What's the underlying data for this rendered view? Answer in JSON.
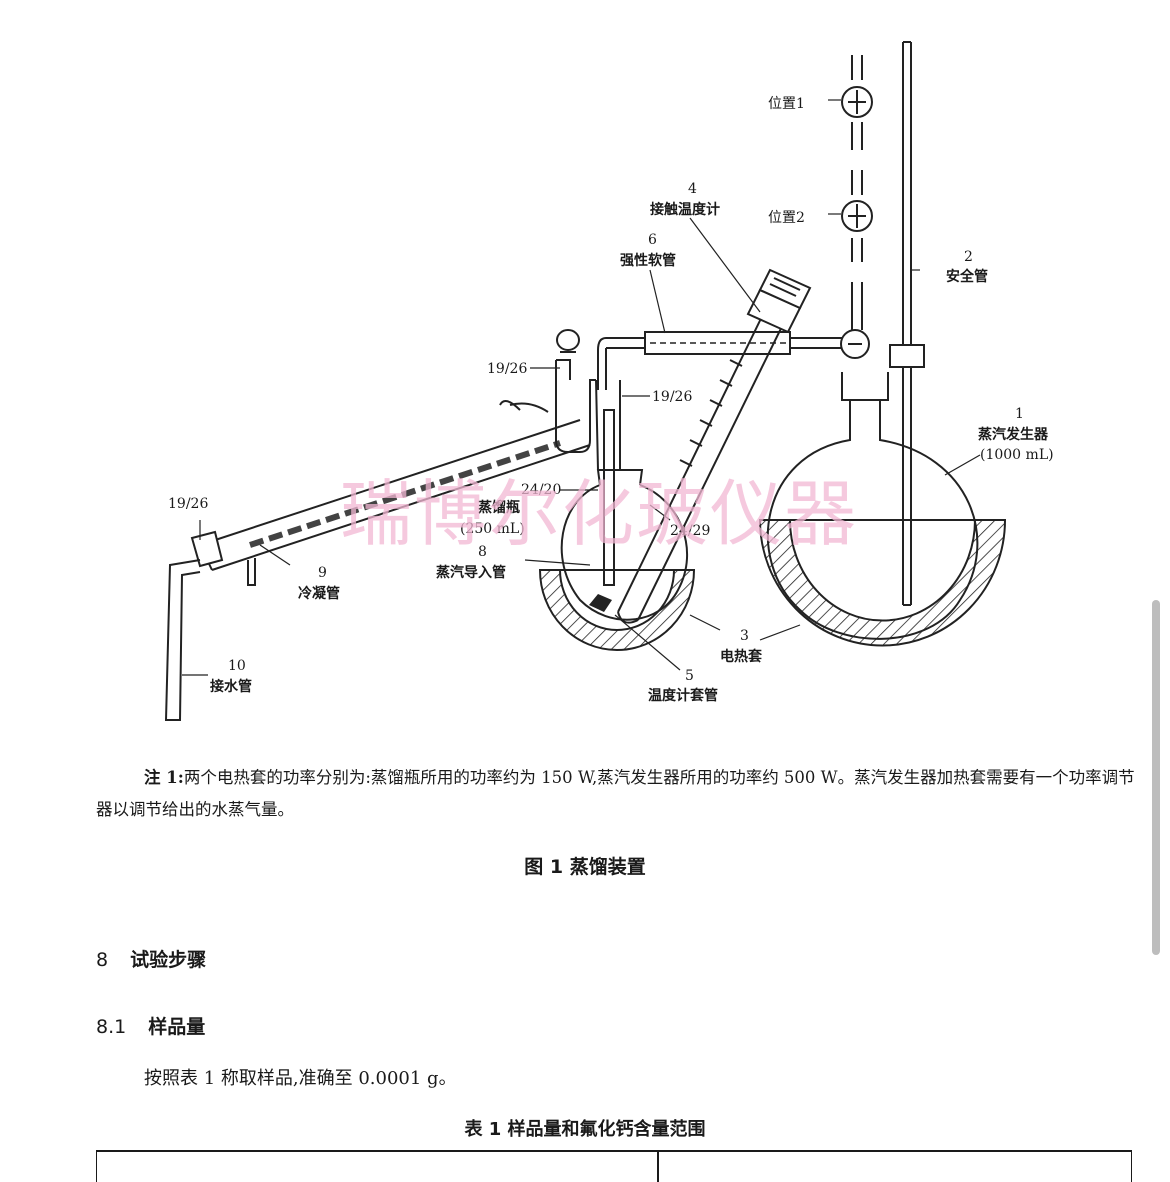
{
  "figure": {
    "labels": {
      "position1": "位置1",
      "position2": "位置2",
      "item2_num": "2",
      "item2_name": "安全管",
      "item4_num": "4",
      "item4_name": "接触温度计",
      "item6_num": "6",
      "item6_name": "强性软管",
      "joint_a": "19/26",
      "joint_b": "19/26",
      "joint_c": "19/26",
      "joint_d": "24/20",
      "joint_e": "24/29",
      "item1_num": "1",
      "item1_name": "蒸汽发生器",
      "item1_cap": "(1000 mL)",
      "flask_name": "蒸馏瓶",
      "flask_cap": "(250 mL)",
      "item8_num": "8",
      "item8_name": "蒸汽导入管",
      "item9_num": "9",
      "item9_name": "冷凝管",
      "item3_num": "3",
      "item3_name": "电热套",
      "item5_num": "5",
      "item5_name": "温度计套管",
      "item10_num": "10",
      "item10_name": "接水管"
    },
    "watermark": "瑞博尔化玻仪器"
  },
  "note": {
    "prefix": "注 1:",
    "text": "两个电热套的功率分别为:蒸馏瓶所用的功率约为 150 W,蒸汽发生器所用的功率约 500 W。蒸汽发生器加热套需要有一个功率调节器以调节给出的水蒸气量。"
  },
  "caption": "图 1   蒸馏装置",
  "section8": {
    "num": "8",
    "title": "试验步骤"
  },
  "section81": {
    "num": "8.1",
    "title": "样品量"
  },
  "body": "按照表 1 称取样品,准确至 0.0001 g。",
  "table_title": "表 1   样品量和氟化钙含量范围"
}
